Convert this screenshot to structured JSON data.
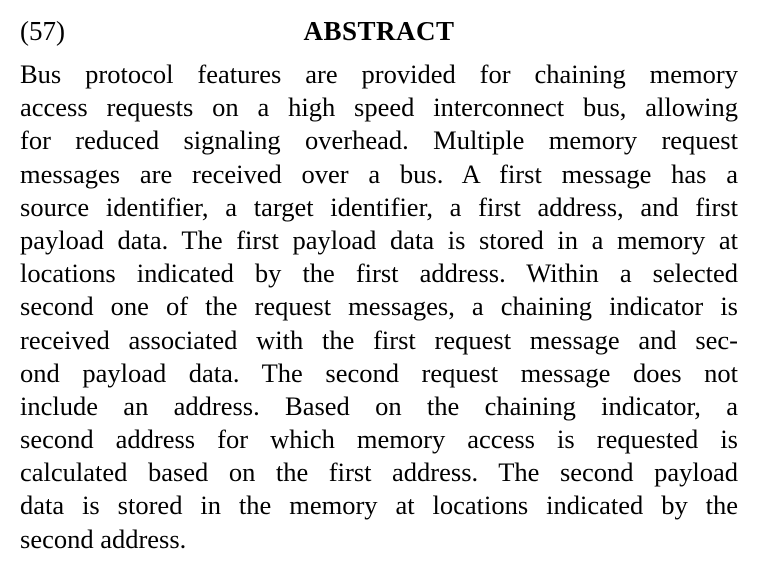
{
  "header": {
    "section_number": "(57)",
    "title": "ABSTRACT"
  },
  "abstract": {
    "lines": [
      "Bus protocol features are provided for chaining memory",
      "access requests on a high speed interconnect bus, allowing",
      "for reduced signaling overhead. Multiple memory request",
      "messages are received over a bus. A first message has a",
      "source identifier, a target identifier, a first address, and first",
      "payload data. The first payload data is stored in a memory at",
      "locations indicated by the first address. Within a selected",
      "second one of the request messages, a chaining indicator is",
      "received associated with the first request message and sec-",
      "ond payload data. The second request message does not",
      "include an address. Based on the chaining indicator, a",
      "second address for which memory access is requested is",
      "calculated based on the first address. The second payload",
      "data is stored in the memory at locations indicated by the",
      "second address."
    ]
  }
}
